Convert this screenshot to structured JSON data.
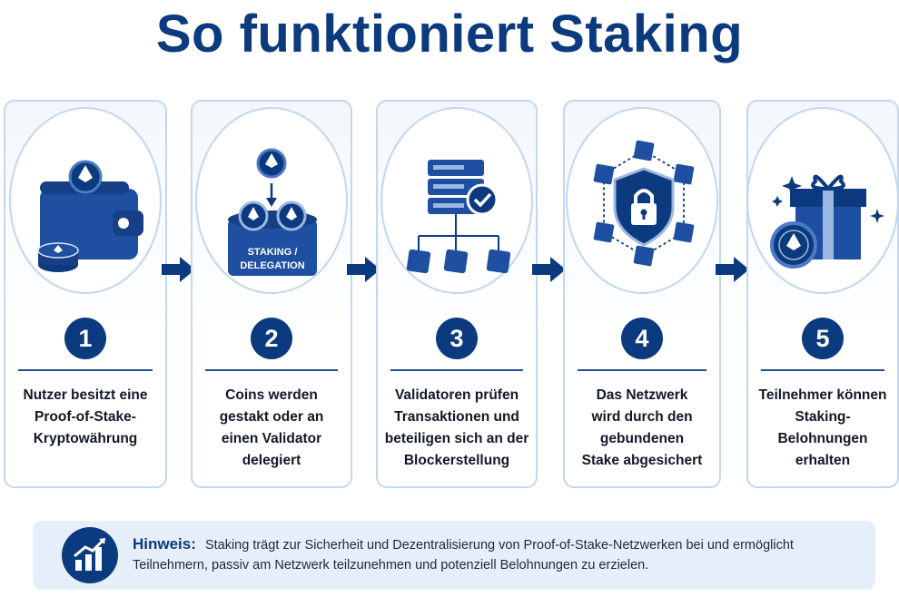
{
  "title": "So funktioniert Staking",
  "steps": [
    {
      "number": "1",
      "text": "Nutzer besitzt eine Proof-of-Stake-Kryptowährung",
      "icon": "wallet-coins-icon"
    },
    {
      "number": "2",
      "text": "Coins werden gestakt oder an einen Validator delegiert",
      "icon": "staking-pool-icon",
      "pool_label": "STAKING / DELEGATION"
    },
    {
      "number": "3",
      "text": "Validatoren prüfen Transaktionen und beteiligen sich an der Blockerstellung",
      "icon": "server-network-icon"
    },
    {
      "number": "4",
      "text": "Das Netzwerk wird durch den gebundenen Stake abgesichert",
      "icon": "shield-lock-icon"
    },
    {
      "number": "5",
      "text": "Teilnehmer können Staking-Belohnungen erhalten",
      "icon": "gift-reward-icon"
    }
  ],
  "note": {
    "label": "Hinweis:",
    "text": "Staking trägt zur Sicherheit und Dezentralisierung von Proof-of-Stake-Netzwerken bei und ermöglicht Teilnehmern, passiv am Netzwerk teilzunehmen und potenziell Belohnungen zu erzielen.",
    "icon": "growth-chart-icon"
  },
  "colors": {
    "primary": "#0b3a7e",
    "accent": "#1f4f97",
    "border": "#c3d7ee"
  }
}
